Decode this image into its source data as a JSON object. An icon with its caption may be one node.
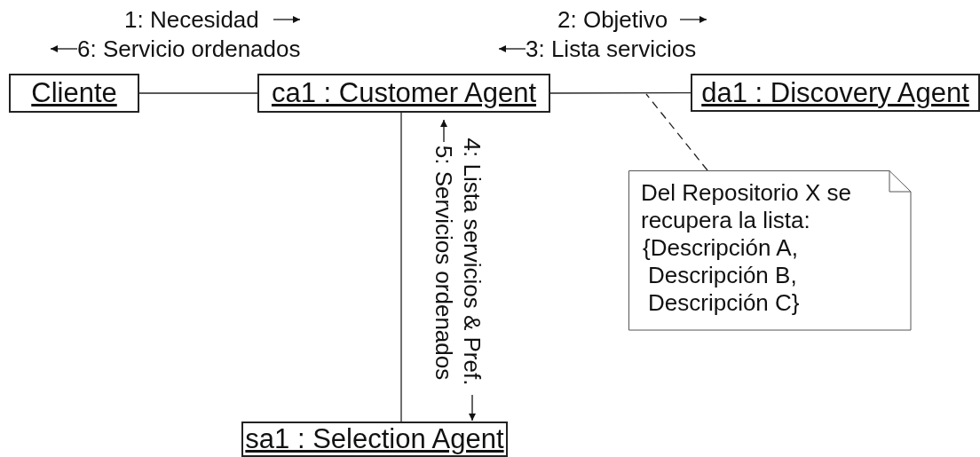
{
  "diagram": {
    "nodes": [
      {
        "text": [
          "Cliente"
        ]
      },
      {
        "text": [
          "ca1 : Customer Agent"
        ]
      },
      {
        "text": [
          "da1 : Discovery Agent"
        ]
      },
      {
        "text": [
          "sa1 : Selection Agent"
        ]
      },
      {
        "text": [
          "Del Repositorio X se recupera la lista:",
          "{Descripción A, Descripción B, Descripción C}"
        ]
      }
    ],
    "edges": [
      {
        "from": 0,
        "to": 1,
        "arrow": "none"
      },
      {
        "from": 1,
        "to": 2,
        "arrow": "none"
      },
      {
        "from": 1,
        "to": 3,
        "arrow": "none"
      },
      {
        "from": 4,
        "to": null,
        "arrow": "none",
        "style": "dashed"
      }
    ],
    "labels": [
      "1: Necesidad",
      "6: Servicio ordenados",
      "2: Objetivo",
      "3: Lista servicios",
      "5: Servicios ordenados",
      "4: Lista servicios & Pref."
    ]
  }
}
